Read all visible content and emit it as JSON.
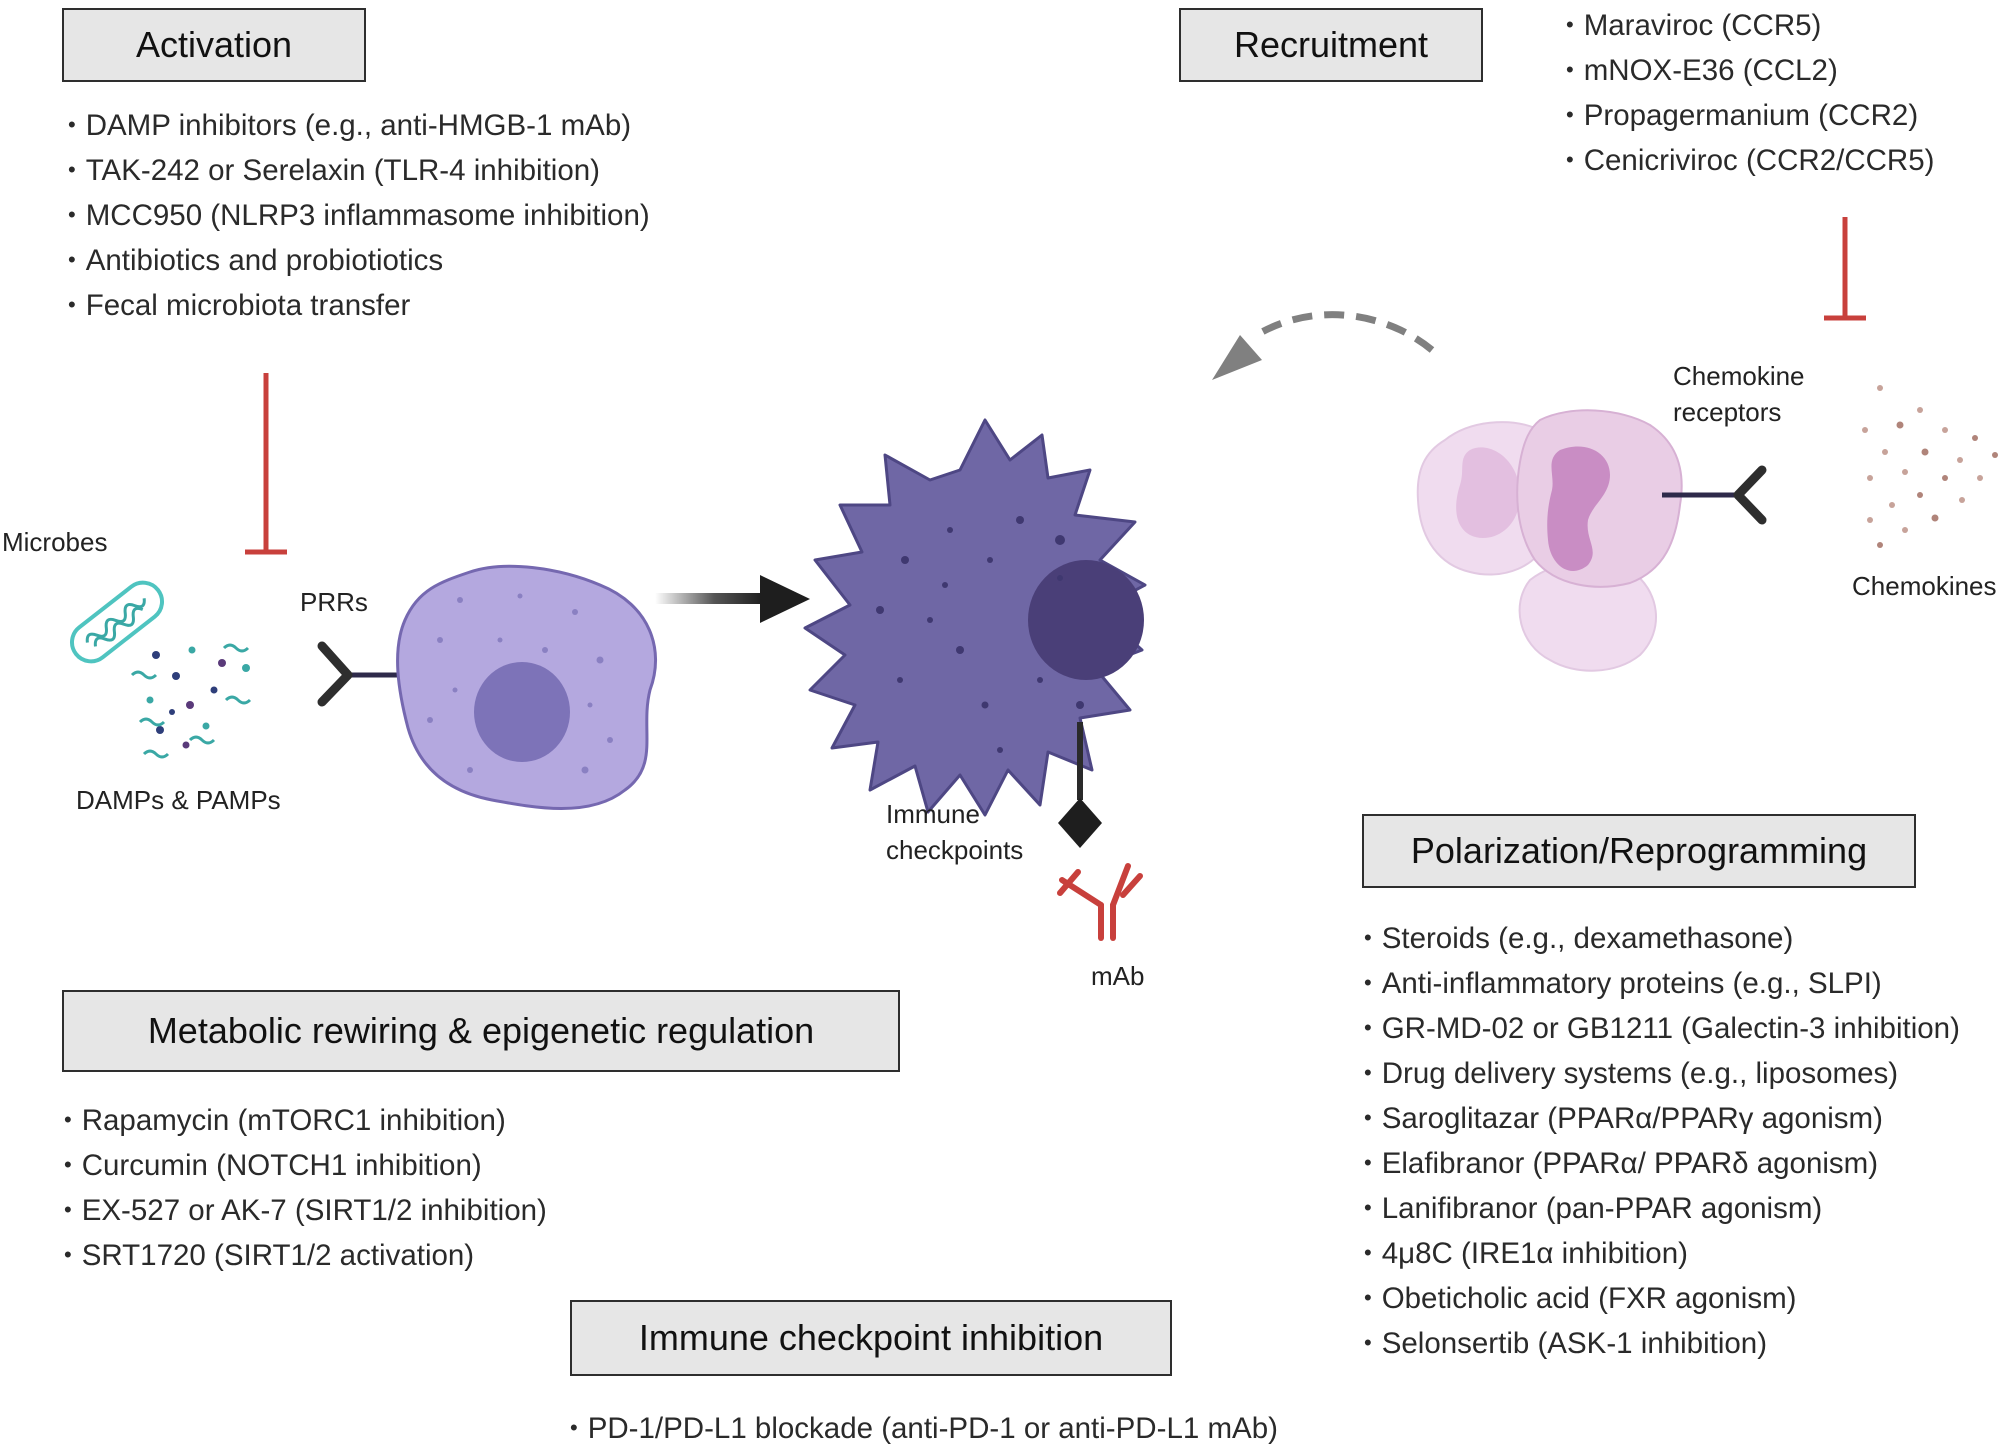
{
  "activation": {
    "title": "Activation",
    "items": [
      "DAMP inhibitors (e.g., anti-HMGB-1 mAb)",
      "TAK-242 or Serelaxin (TLR-4 inhibition)",
      "MCC950 (NLRP3 inflammasome inhibition)",
      "Antibiotics and probiotiotics",
      "Fecal microbiota transfer"
    ]
  },
  "recruitment": {
    "title": "Recruitment",
    "items": [
      "Maraviroc (CCR5)",
      "mNOX-E36 (CCL2)",
      "Propagermanium (CCR2)",
      "Cenicriviroc (CCR2/CCR5)"
    ]
  },
  "polarization": {
    "title": "Polarization/Reprogramming",
    "items": [
      "Steroids (e.g., dexamethasone)",
      "Anti-inflammatory proteins (e.g., SLPI)",
      "GR-MD-02 or GB1211 (Galectin-3 inhibition)",
      "Drug delivery systems (e.g., liposomes)",
      "Saroglitazar (PPARα/PPARγ agonism)",
      "Elafibranor (PPARα/ PPARδ agonism)",
      "Lanifibranor (pan-PPAR agonism)",
      "4μ8C (IRE1α inhibition)",
      "Obeticholic acid (FXR agonism)",
      "Selonsertib (ASK-1 inhibition)"
    ]
  },
  "metabolic": {
    "title": "Metabolic rewiring & epigenetic regulation",
    "items": [
      "Rapamycin (mTORC1 inhibition)",
      "Curcumin (NOTCH1 inhibition)",
      "EX-527 or AK-7 (SIRT1/2 inhibition)",
      "SRT1720 (SIRT1/2 activation)"
    ]
  },
  "checkpoint": {
    "title": "Immune checkpoint inhibition",
    "items": [
      "PD-1/PD-L1 blockade (anti-PD-1 or anti-PD-L1 mAb)"
    ]
  },
  "labels": {
    "microbes": "Microbes",
    "prrs": "PRRs",
    "damps": "DAMPs & PAMPs",
    "immune_line1": "Immune",
    "immune_line2": "checkpoints",
    "mab": "mAb",
    "chemokine_line1": "Chemokine",
    "chemokine_line2": "receptors",
    "chemokines": "Chemokines"
  },
  "colors": {
    "inhibition": "#c8403c",
    "resting_macrophage": "#b4a8df",
    "activated_macrophage": "#6f67a5",
    "monocyte": "#e9cde5",
    "box_fill": "#e6e6e6"
  }
}
